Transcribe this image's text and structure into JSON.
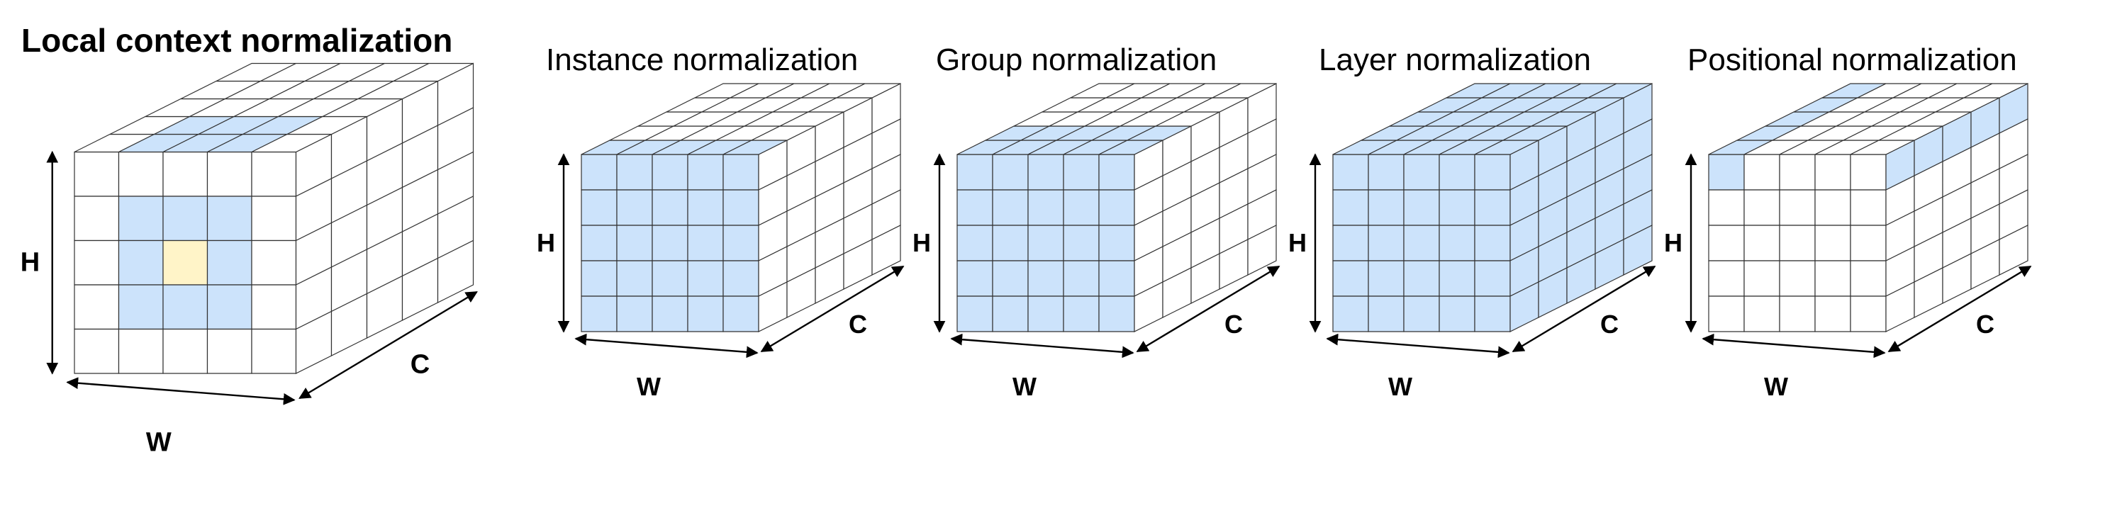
{
  "panels": [
    {
      "title": "Local context normalization",
      "title_bold": true,
      "scheme": "local-context",
      "axis_labels": {
        "h": "H",
        "w": "W",
        "c": "C"
      }
    },
    {
      "title": "Instance normalization",
      "title_bold": false,
      "scheme": "instance",
      "axis_labels": {
        "h": "H",
        "w": "W",
        "c": "C"
      }
    },
    {
      "title": "Group normalization",
      "title_bold": false,
      "scheme": "group",
      "axis_labels": {
        "h": "H",
        "w": "W",
        "c": "C"
      }
    },
    {
      "title": "Layer normalization",
      "title_bold": false,
      "scheme": "layer",
      "axis_labels": {
        "h": "H",
        "w": "W",
        "c": "C"
      }
    },
    {
      "title": "Positional normalization",
      "title_bold": false,
      "scheme": "positional",
      "axis_labels": {
        "h": "H",
        "w": "W",
        "c": "C"
      }
    }
  ],
  "colors": {
    "highlight": "#cce3fb",
    "focus_cell": "#fff4c8",
    "grid_line": "#333333",
    "axis": "#000000",
    "background": "#ffffff"
  }
}
